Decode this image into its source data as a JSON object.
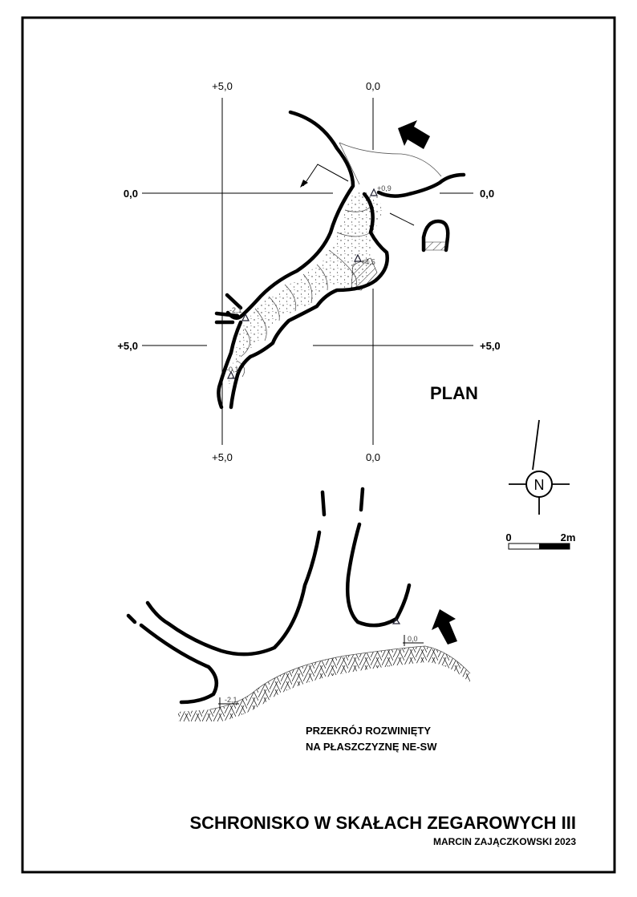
{
  "title": "SCHRONISKO W SKAŁACH ZEGAROWYCH III",
  "author": "MARCIN ZAJĄCZKOWSKI 2023",
  "plan_label": "PLAN",
  "section_label": {
    "line1": "PRZEKRÓJ ROZWINIĘTY",
    "line2": "NA PŁASZCZYZNĘ NE-SW"
  },
  "grid": {
    "top_left": "+5,0",
    "top_right": "0,0",
    "left_upper": "0,0",
    "right_upper": "0,0",
    "left_lower": "+5,0",
    "right_lower": "+5,0",
    "bottom_left": "+5,0",
    "bottom_right": "0,0"
  },
  "plan_heights": {
    "entrance": "+0,9",
    "ledge": "+4,5",
    "mid": "-2,1",
    "lower": "-0,1"
  },
  "section_heights": {
    "entrance": "0,0",
    "floor": "-2,1"
  },
  "north": "N",
  "scale": {
    "start": "0",
    "end": "2m"
  },
  "colors": {
    "ink": "#000000",
    "grid": "#000000",
    "hatching": "#333333"
  }
}
